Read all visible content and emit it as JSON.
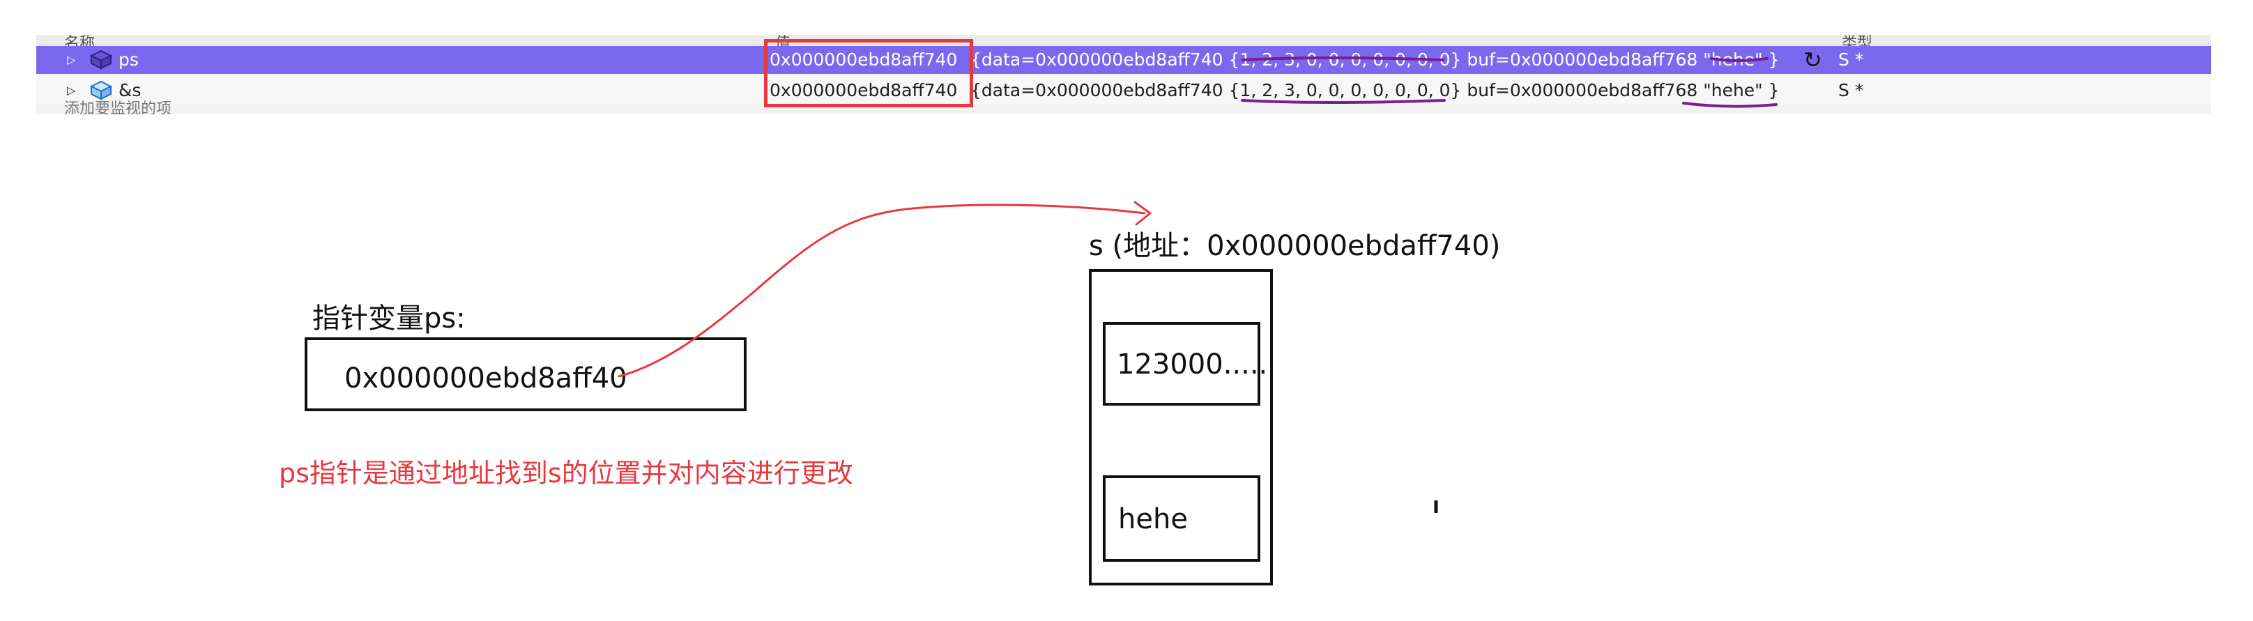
{
  "watch": {
    "columns": [
      "名称",
      "值",
      "类型"
    ],
    "rows": [
      {
        "name": "ps",
        "address": "0x000000ebd8aff740",
        "value": "{data=0x000000ebd8aff740 {1, 2, 3, 0, 0, 0, 0, 0, 0, 0} buf=0x000000ebd8aff768 \"hehe\" }",
        "refresh_glyph": "↻",
        "type": "S *",
        "selected": true
      },
      {
        "name": "&s",
        "address": "0x000000ebd8aff740",
        "value": "{data=0x000000ebd8aff740 {1, 2, 3, 0, 0, 0, 0, 0, 0, 0} buf=0x000000ebd8aff768 \"hehe\" }",
        "type": "S *",
        "selected": false
      }
    ],
    "footer_text": "添加要监视的项",
    "highlight_color": "#7b68ee",
    "box_color": "#e8383d",
    "underline_color": "#7a1f8c"
  },
  "diagram": {
    "pointer_label": "指针变量ps:",
    "pointer_value": "0x000000ebd8aff40",
    "struct_label": "s (地址：0x000000ebdaff740)",
    "field_data": "123000.....",
    "field_buf": "hehe",
    "caption": "ps指针是通过地址找到s的位置并对内容进行更改",
    "caption_color": "#e8383d",
    "arrow_color": "#e8383d"
  }
}
